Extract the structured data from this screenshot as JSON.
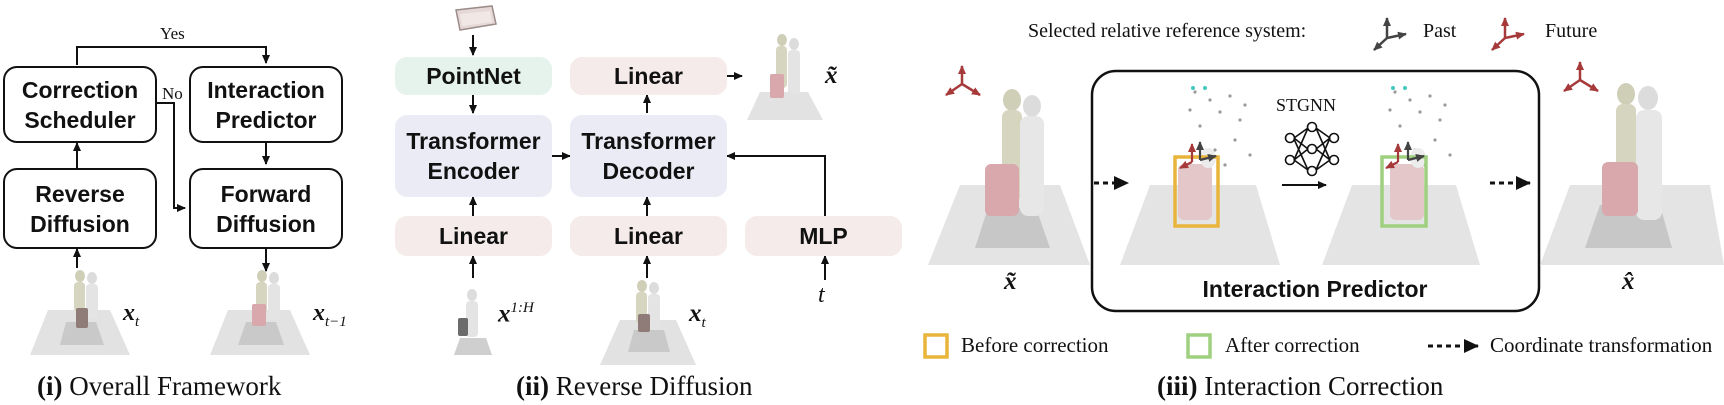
{
  "colors": {
    "pointnet_fill": "#e6f2ec",
    "linear_fill": "#f5ebeb",
    "transformer_fill": "#ebebf5",
    "before_border": "#e9b43c",
    "after_border": "#9fd080",
    "past_axes": "#444444",
    "future_axes": "#a63a3a"
  },
  "panel1": {
    "correction_scheduler": "Correction\nScheduler",
    "interaction_predictor": "Interaction\nPredictor",
    "reverse_diffusion": "Reverse\nDiffusion",
    "forward_diffusion": "Forward\nDiffusion",
    "yes_label": "Yes",
    "no_label": "No",
    "x_t_base": "x",
    "x_t_sub": "t",
    "x_t1_base": "x",
    "x_t1_sub": "t−1",
    "caption_num": "(i)",
    "caption_text": " Overall Framework"
  },
  "panel2": {
    "pointnet": "PointNet",
    "linear_out": "Linear",
    "transformer_encoder": "Transformer\nEncoder",
    "transformer_decoder": "Transformer\nDecoder",
    "linear_enc": "Linear",
    "linear_dec": "Linear",
    "mlp": "MLP",
    "x_tilde": "x̃",
    "x_hist_base": "x",
    "x_hist_sup": "1:H",
    "x_t_base": "x",
    "x_t_sub": "t",
    "t_label": "t",
    "caption_num": "(ii)",
    "caption_text": " Reverse Diffusion"
  },
  "panel3": {
    "reference_label": "Selected relative reference system:",
    "past_label": "Past",
    "future_label": "Future",
    "stgnn_label": "STGNN",
    "interaction_predictor": "Interaction Predictor",
    "x_tilde": "x̃",
    "x_hat": "x̂",
    "before_label": "Before correction",
    "after_label": "After correction",
    "coord_label": "Coordinate transformation",
    "caption_num": "(iii)",
    "caption_text": " Interaction Correction"
  }
}
